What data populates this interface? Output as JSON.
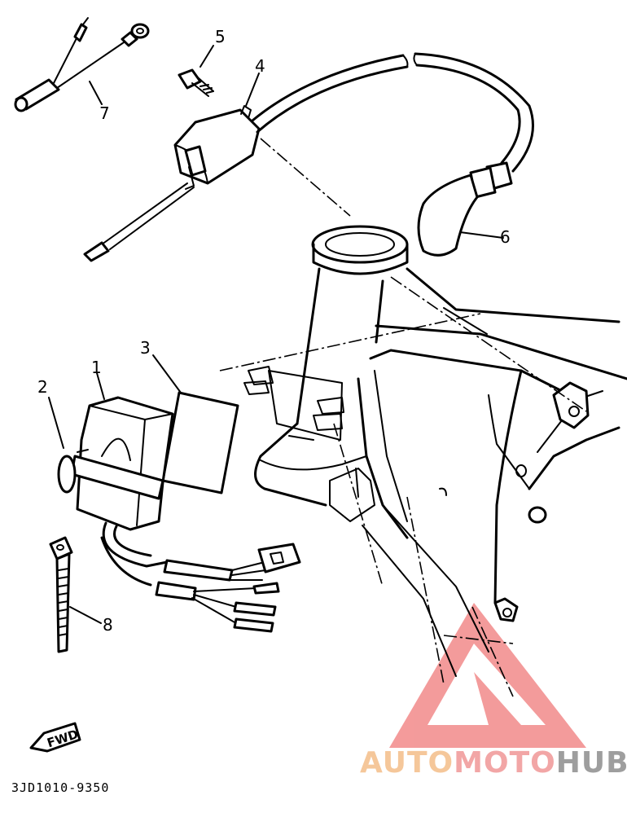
{
  "diagram": {
    "part_labels": [
      {
        "id": "1",
        "label": "1"
      },
      {
        "id": "2",
        "label": "2"
      },
      {
        "id": "3",
        "label": "3"
      },
      {
        "id": "4",
        "label": "4"
      },
      {
        "id": "5",
        "label": "5"
      },
      {
        "id": "6",
        "label": "6"
      },
      {
        "id": "7",
        "label": "7"
      },
      {
        "id": "8",
        "label": "8"
      }
    ],
    "direction_badge": "FWD",
    "drawing_code": "3JD1010-9350"
  },
  "watermark": {
    "text_part1": "AUTO",
    "text_part2": "MOTO",
    "text_part3": "HUB",
    "colors": {
      "part1": "#f5c79a",
      "part2": "#f2a6a6",
      "part3": "#9e9e9e",
      "logo": "#f07a7a"
    }
  }
}
